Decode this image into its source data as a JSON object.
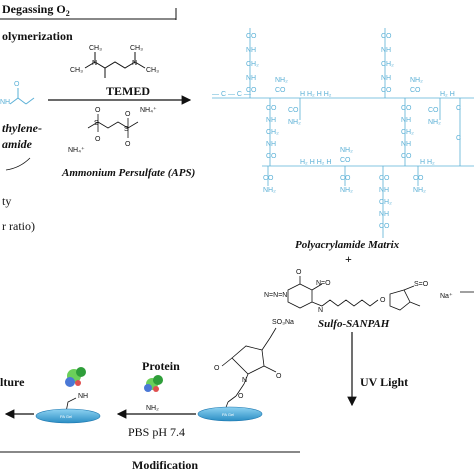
{
  "header": {
    "degassing": "Degassing O",
    "degassing_sub": "2"
  },
  "left": {
    "polymerization": "olymerization",
    "bis_line1": "thylene-",
    "bis_line2": "amide",
    "ratio_line1": "ty",
    "ratio_line2": "r ratio)"
  },
  "reagents": {
    "temed": "TEMED",
    "aps": "Ammonium Persulfate (APS)",
    "nh4_top": "NH₄⁺",
    "nh4_bottom": "NH₄⁺"
  },
  "matrix": {
    "label": "Polyacrylamide Matrix",
    "plus": "+"
  },
  "sanpah": {
    "label": "Sulfo-SANPAH",
    "na": "Na⁺",
    "so3na": "SO₃Na",
    "uv": "UV Light"
  },
  "bottom": {
    "protein": "Protein",
    "pbs": "PBS pH 7.4",
    "modification": "Modification",
    "culture": "lture",
    "nh2": "NH₂",
    "nh": "NH",
    "pa_gel": "PA Gel"
  },
  "colors": {
    "polymer": "#5ab0d6",
    "gel": "#3fa8d8",
    "black": "#111111"
  }
}
